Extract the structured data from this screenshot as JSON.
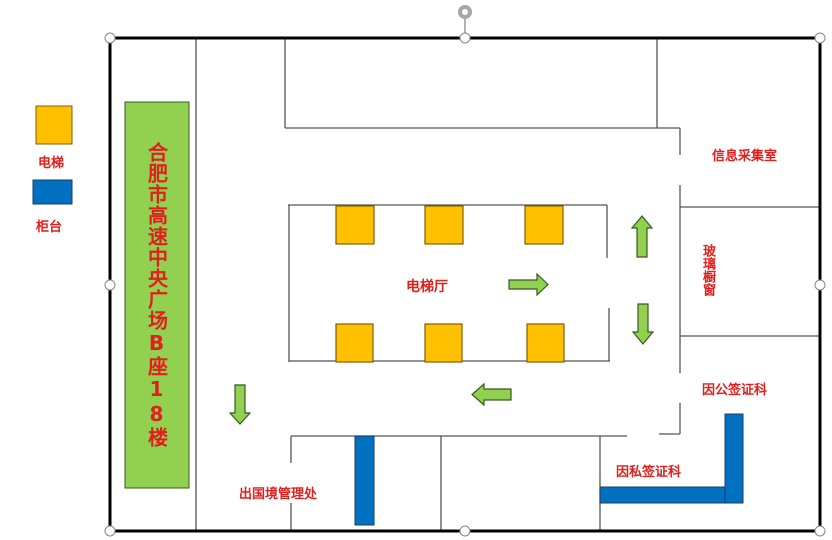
{
  "legend": {
    "items": [
      {
        "label": "电梯",
        "color": "#ffc000"
      },
      {
        "label": "柜台",
        "color": "#0070c0"
      }
    ]
  },
  "building_title": "合肥市高速中央广场B座18楼",
  "rooms": {
    "elevator_hall": "电梯厅",
    "info_collection": "信息采集室",
    "glass_window": "玻璃橱窗",
    "official_visa": "因公签证科",
    "private_visa": "因私签证科",
    "exit_entry_office": "出国境管理处"
  },
  "colors": {
    "label_red": "#e0201e",
    "title_panel": "#92d050",
    "arrow": "#92d050",
    "elevator": "#ffc000",
    "counter": "#0070c0"
  }
}
